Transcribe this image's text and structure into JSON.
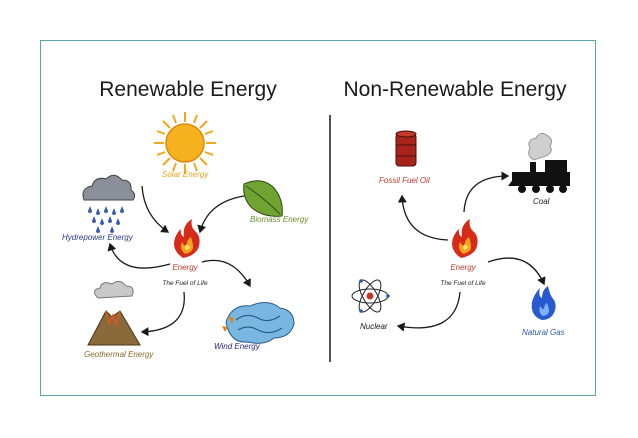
{
  "left": {
    "title": "Renewable Energy",
    "center": {
      "label": "Energy",
      "sublabel": "The Fuel of Life"
    },
    "sources": [
      {
        "label": "Solar Energy",
        "icon": "sun-icon",
        "color": "#e8a21a"
      },
      {
        "label": "Biomass Energy",
        "icon": "leaf-icon",
        "color": "#6a8f2a"
      },
      {
        "label": "Wind Energy",
        "icon": "wind-icon",
        "color": "#2a2a7a"
      },
      {
        "label": "Geothermal Energy",
        "icon": "volcano-icon",
        "color": "#8a6a2a"
      },
      {
        "label": "Hydrepower Energy",
        "icon": "rain-cloud-icon",
        "color": "#2a3a8a"
      }
    ]
  },
  "right": {
    "title": "Non-Renewable Energy",
    "center": {
      "label": "Energy",
      "sublabel": "The Fuel of Life"
    },
    "sources": [
      {
        "label": "Fossil Fuel Oil",
        "icon": "oil-barrel-icon",
        "color": "#c0392b"
      },
      {
        "label": "Coal",
        "icon": "steam-locomotive-icon",
        "color": "#1a1a1a"
      },
      {
        "label": "Natural Gas",
        "icon": "gas-flame-icon",
        "color": "#2a5aa8"
      },
      {
        "label": "Nuclear",
        "icon": "atom-icon",
        "color": "#1a1a1a"
      }
    ]
  },
  "colors": {
    "border": "#5aa6a3",
    "flame": "#d62a1a",
    "center_label": "#c0392b"
  }
}
